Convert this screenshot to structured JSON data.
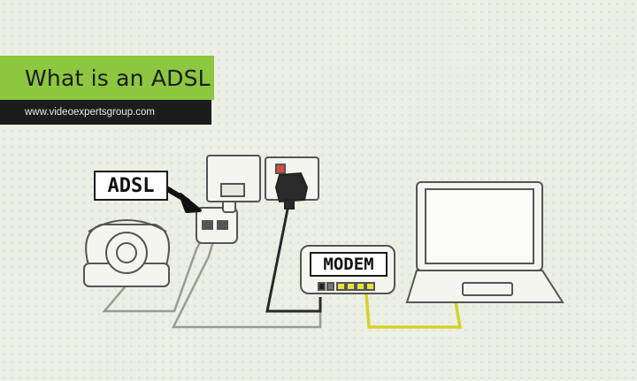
{
  "title": "What is an ADSL",
  "url": "www.videoexpertsgroup.com",
  "labels": {
    "adsl": "ADSL",
    "modem": "MODEM"
  },
  "colors": {
    "background": "#ecefe4",
    "title_bar": "#8dc63f",
    "url_bar": "#1c1c1c",
    "ethernet_cable": "#d6d22a",
    "phone_cable": "#9a9a9a",
    "power_cable": "#2a2a2a",
    "outline": "#555555"
  },
  "icons": [
    "telephone-icon",
    "splitter-icon",
    "wall-socket-icon",
    "power-outlet-icon",
    "power-plug-icon",
    "modem-icon",
    "laptop-icon",
    "arrow-icon"
  ]
}
